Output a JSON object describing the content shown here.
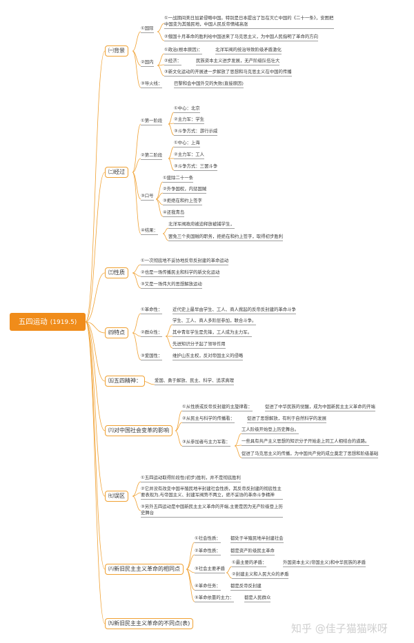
{
  "root": {
    "title": "五四运动",
    "date": "(1919.5)"
  },
  "watermark": "知乎 @佳子猫猫咪呀",
  "sections": [
    {
      "label": "㈠背景",
      "children": [
        {
          "label": "①国际",
          "children": [
            {
              "text": "①一战期间美日加紧侵略中国。特别是日本提出了旨在灭亡中国的《二十一条》，安图把中国变为其殖民地，中国人民反帝情绪高涨"
            },
            {
              "text": "②俄国十月革命的胜利给中国送来了马克思主义，为中国人民指明了革命的方向"
            }
          ]
        },
        {
          "label": "②国内",
          "children": [
            {
              "label": "①政治(根本原因)：",
              "text": "北洋军阀的统治导致阶级矛盾激化"
            },
            {
              "label": "②经济：",
              "text": "民族资本主义进步发展，无产阶级队伍壮大"
            },
            {
              "text": "③新文化运动的开展进一步解放了思想和马克思主义在中国的传播"
            }
          ]
        },
        {
          "label": "③导火线：",
          "text": "巴黎和会中国外交的失败(直接原因)"
        }
      ]
    },
    {
      "label": "㈡经过",
      "children": [
        {
          "label": "①第一阶段",
          "children": [
            {
              "text": "①中心：北京"
            },
            {
              "text": "②主力军：学生"
            },
            {
              "text": "③斗争方式：游行示威"
            }
          ]
        },
        {
          "label": "②第二阶段",
          "children": [
            {
              "text": "①中心：上海"
            },
            {
              "text": "②主力军：工人"
            },
            {
              "text": "③斗争方式：三罢斗争"
            }
          ]
        },
        {
          "label": "③口号",
          "children": [
            {
              "text": "①废除二十一条"
            },
            {
              "text": "②外争国权，内惩国贼"
            },
            {
              "text": "③拒绝在和约上签字"
            },
            {
              "text": "④还我青岛"
            }
          ]
        },
        {
          "label": "④结果：",
          "children": [
            {
              "text": "北洋军阀政府被迫释放被捕学生，"
            },
            {
              "text": "罢免三个卖国贼的职务，拒绝在和约上签字，取得初步胜利"
            }
          ]
        }
      ]
    },
    {
      "label": "㈢性质",
      "children": [
        {
          "text": "①一次彻底地不妥协地反帝反封建的革命运动"
        },
        {
          "text": "②也是一场传播民主和科学的新文化运动"
        },
        {
          "text": "③又是一场伟大的思想解放运动"
        }
      ]
    },
    {
      "label": "㈣特点",
      "children": [
        {
          "label": "①革命性：",
          "text": "近代史上最早由学生、工人、商人掀起的反帝反封建的革命斗争"
        },
        {
          "label": "②群众性：",
          "children": [
            {
              "text": "学生、工人、商人多阶层参加，联合斗争。"
            },
            {
              "text": "其中青年学生是先锋，工人成为主力军。"
            },
            {
              "text": "先进知识分子起了领导作用"
            }
          ]
        },
        {
          "label": "③爱国性：",
          "text": "维护山东主权，反对帝国主义的侵略"
        }
      ]
    },
    {
      "label": "㈤五四精神：",
      "children": [
        {
          "text": "爱国、勇于解放、民主、科学、追求真理"
        }
      ]
    },
    {
      "label": "㈥对中国社会变革的影响",
      "children": [
        {
          "label": "①从性质或反帝反封建的主旋律看：",
          "text": "促进了中华民族的觉醒，成为中国新民主主义革命的开端"
        },
        {
          "label": "②从民主与科学的传播看：",
          "text": "促进了思想解放，有利于自然科学的发展"
        },
        {
          "label": "③从参加者与主力军看：",
          "children": [
            {
              "text": "工人阶级开始登上历史舞台。"
            },
            {
              "text": "一些具有共产主义思想的知识分子开始走上同工人相结合的道路。"
            },
            {
              "text": "促进了马克思主义的传播，为中国共产党的成立奠定了思想和阶级基础"
            }
          ]
        }
      ]
    },
    {
      "label": "㈦误区",
      "children": [
        {
          "text": "①五四运动取得阶段性(初步)胜利，并不是彻底胜利"
        },
        {
          "text": "②它并没有改变中国半殖民地半封建社会性质，其反帝反封建的彻底性主要表现为,与帝国主义、封建军阀势不两立，绝不妥协的革命斗争精神"
        },
        {
          "text": "③另外五四运动是中国新民主主义革命的开端,主要是因为无产阶级登上历史舞台"
        }
      ]
    },
    {
      "label": "㈧新旧民主主义革命的相同点",
      "children": [
        {
          "label": "①社会性质：",
          "text": "都处于半殖民地半封建社会"
        },
        {
          "label": "②革命性质：",
          "text": "都是资产阶级民主革命"
        },
        {
          "label": "③社会主要矛盾",
          "children": [
            {
              "label": "①最主要的矛盾：",
              "text": "外国资本主义(帝国主义)和中华民族的矛盾"
            },
            {
              "text": "②封建主义和人民大众的矛盾"
            }
          ]
        },
        {
          "label": "④革命任务：",
          "text": "都是反帝反封建"
        },
        {
          "label": "⑤革命依靠的主力：",
          "text": "都是人民群众"
        }
      ]
    },
    {
      "label": "㈨新旧民主主义革命的不同点(表)"
    }
  ]
}
